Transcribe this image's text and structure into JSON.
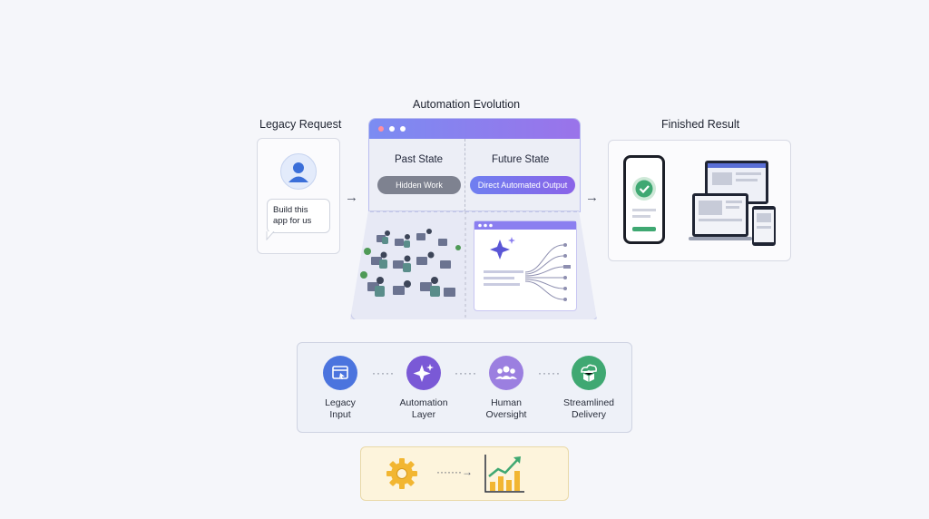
{
  "main_title": "Automation Evolution",
  "legacy": {
    "title": "Legacy Request",
    "bubble_text": "Build this app for us"
  },
  "result": {
    "title": "Finished Result"
  },
  "window": {
    "past_title": "Past State",
    "future_title": "Future State",
    "past_pill": "Hidden Work",
    "future_pill": "Direct Automated Output"
  },
  "pipeline": [
    {
      "label": "Legacy\nInput",
      "icon": "browser-window-icon",
      "color": "#4b74de"
    },
    {
      "label": "Automation\nLayer",
      "icon": "sparkle-icon",
      "color": "#7a59d6"
    },
    {
      "label": "Human\nOversight",
      "icon": "people-icon",
      "color": "#9b7fe0"
    },
    {
      "label": "Streamlined\nDelivery",
      "icon": "cloud-box-icon",
      "color": "#3fa872"
    }
  ],
  "icons": {
    "gear": "gear-icon",
    "growth_chart": "growth-chart-icon",
    "check": "check-icon"
  },
  "colors": {
    "accent_blue": "#7b8cf2",
    "accent_purple": "#9a73ea",
    "success_green": "#3fa872",
    "warm_bg": "#fdf4dc"
  }
}
